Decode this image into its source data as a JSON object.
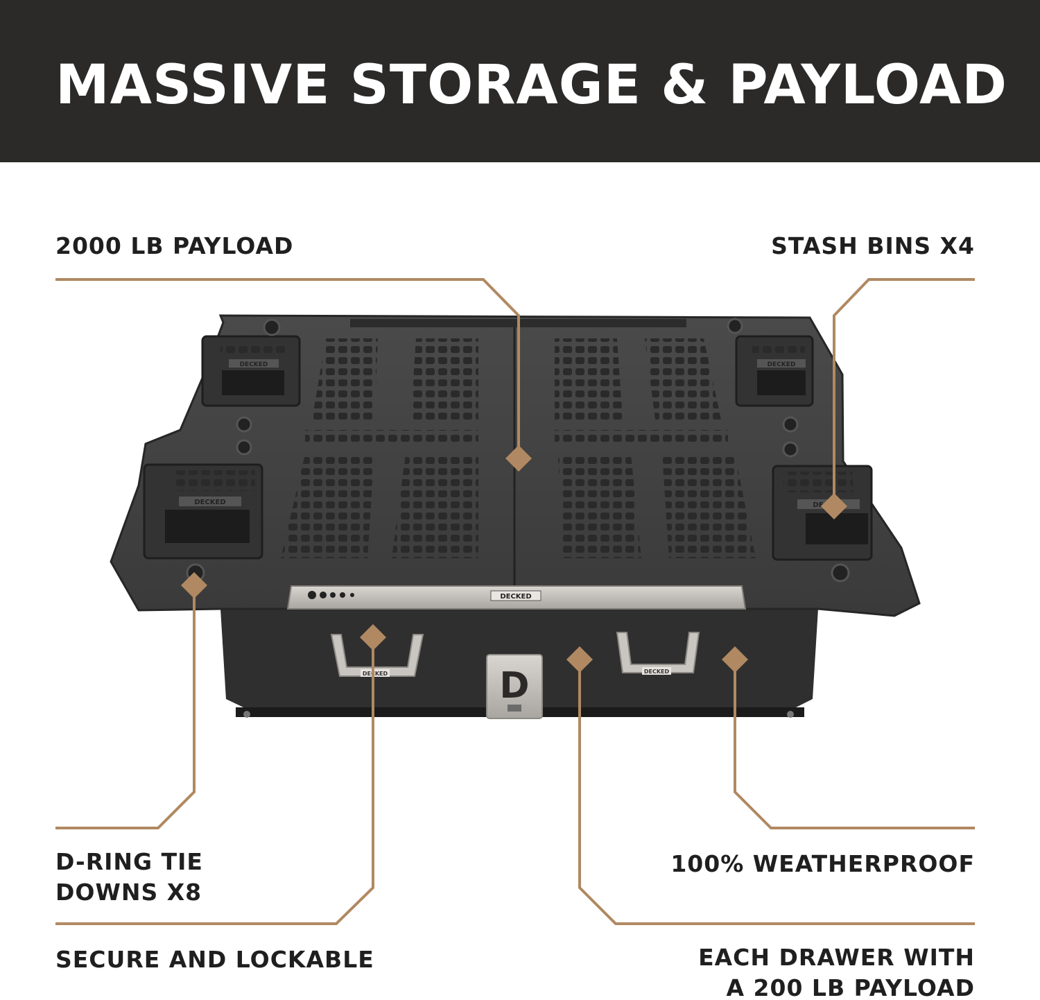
{
  "header": {
    "title": "MASSIVE STORAGE & PAYLOAD"
  },
  "callouts": {
    "payload_2000": "2000 LB PAYLOAD",
    "stash_bins": "STASH BINS X4",
    "d_ring_line1": "D-RING TIE",
    "d_ring_line2": "DOWNS X8",
    "weatherproof": "100% WEATHERPROOF",
    "secure": "SECURE AND LOCKABLE",
    "drawer_line1": "EACH DRAWER WITH",
    "drawer_line2": "A 200 LB PAYLOAD"
  },
  "product": {
    "rail_logo": "DECKED",
    "left_handle_logo": "DECKED",
    "right_handle_logo": "DECKED",
    "bin_logo_top_left": "DECKED",
    "bin_logo_bottom_left": "DECKED",
    "bin_logo_top_right": "DECKED",
    "bin_logo_bottom_right": "DECKED",
    "plate_letter": "D"
  },
  "colors": {
    "banner": "#2b2a29",
    "accent": "#b08962",
    "text": "#1f1f1f",
    "deck": "#3c3c3c"
  }
}
